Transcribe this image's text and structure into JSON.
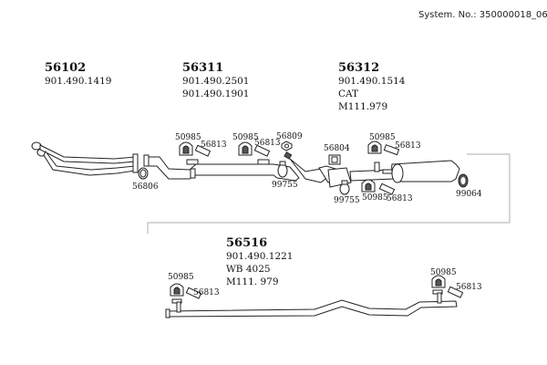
{
  "header": {
    "system_number": "System. No.: 350000018_06"
  },
  "groups": [
    {
      "id": "group-56102",
      "part_number": "56102",
      "lines": [
        "901.490.1419"
      ]
    },
    {
      "id": "group-56311",
      "part_number": "56311",
      "lines": [
        "901.490.2501",
        "901.490.1901"
      ]
    },
    {
      "id": "group-56312",
      "part_number": "56312",
      "lines": [
        "901.490.1514",
        "CAT",
        "M111.979"
      ]
    },
    {
      "id": "group-56516",
      "part_number": "56516",
      "lines": [
        "901.490.1221",
        "WB 4025",
        "M111. 979"
      ]
    }
  ],
  "part_labels": {
    "gasket_front": "56806",
    "hanger_1": "50985",
    "bracket_1": "56813",
    "hanger_2": "50985",
    "bracket_2": "56813",
    "gasket_flange": "56809",
    "clamp_1": "99755",
    "gasket_cat": "56804",
    "clamp_2": "99755",
    "hanger_3": "50985",
    "bracket_3": "56813",
    "hanger_4": "50985",
    "bracket_4": "56813",
    "clamp_rear": "99064",
    "hanger_5": "50985",
    "bracket_5": "56813",
    "hanger_6": "50985",
    "bracket_6": "56813"
  }
}
